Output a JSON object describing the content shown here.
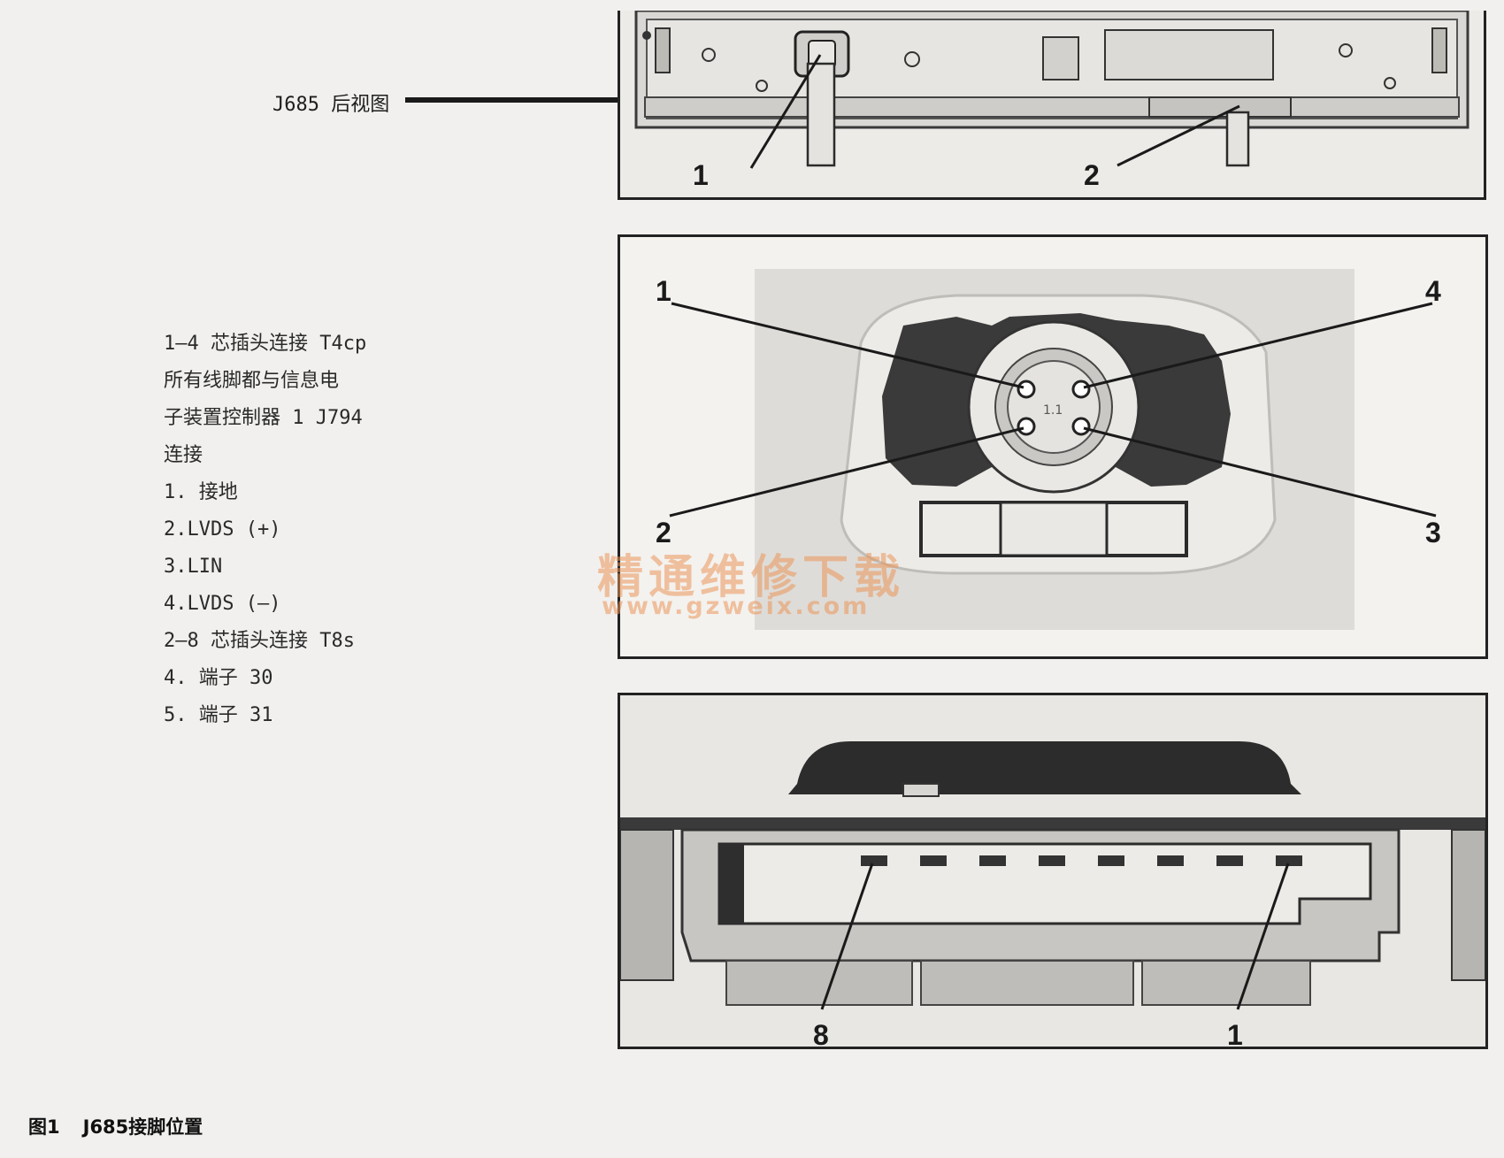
{
  "rear_view_label": "J685 后视图",
  "notes": [
    "1—4 芯插头连接 T4cp",
    "所有线脚都与信息电",
    "子装置控制器 1  J794",
    "连接",
    "1. 接地",
    "2.LVDS (+)",
    "3.LIN",
    "4.LVDS (—)",
    "2—8 芯插头连接 T8s",
    "4. 端子 30",
    "5. 端子 31"
  ],
  "panel_rear": {
    "callouts": [
      "1",
      "2"
    ]
  },
  "panel_4pin": {
    "callouts": [
      "1",
      "4",
      "2",
      "3"
    ],
    "center_mark": "1.1"
  },
  "panel_8pin": {
    "callouts": [
      "8",
      "1"
    ]
  },
  "watermark": {
    "text": "精通维修下载",
    "url": "www.gzweix.com"
  },
  "caption": {
    "figure": "图1",
    "title": "J685接脚位置"
  }
}
